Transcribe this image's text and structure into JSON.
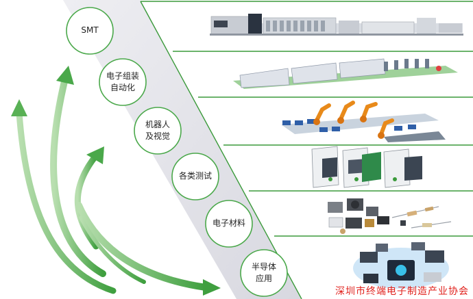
{
  "categories": [
    {
      "id": "smt",
      "label": "SMT",
      "image": "smt-production-line"
    },
    {
      "id": "electronic-assembly-automation",
      "label": "电子组装\n自动化",
      "image": "assembly-conveyor-line"
    },
    {
      "id": "robotics-vision",
      "label": "机器人\n及视觉",
      "image": "industrial-robot-arms"
    },
    {
      "id": "test-measurement",
      "label": "各类测试",
      "image": "test-instrument-modules"
    },
    {
      "id": "electronic-materials",
      "label": "电子材料",
      "image": "electronic-components"
    },
    {
      "id": "semiconductor-applications",
      "label": "半导体\n应用",
      "image": "semiconductor-chip-devices"
    }
  ],
  "watermark": "深圳市终端电子制造产业协会",
  "colors": {
    "green": "#3a9a3a",
    "band": "#e6e6ec",
    "circle_border": "#4aa84a",
    "arrow": "#45a845"
  }
}
